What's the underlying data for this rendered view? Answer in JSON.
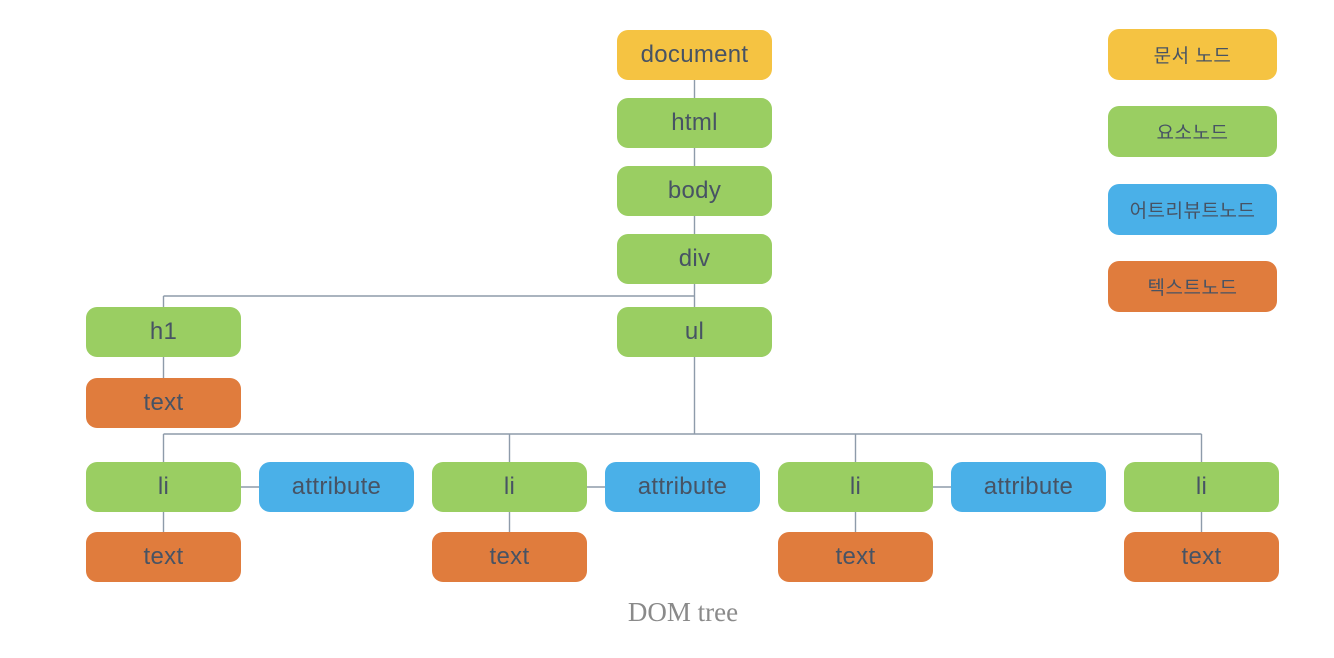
{
  "caption": "DOM tree",
  "tree": {
    "chain": [
      "document",
      "html",
      "body",
      "div"
    ],
    "h1": "h1",
    "h1_text": "text",
    "ul": "ul",
    "groups": [
      {
        "li": "li",
        "attribute": "attribute",
        "text": "text"
      },
      {
        "li": "li",
        "attribute": "attribute",
        "text": "text"
      },
      {
        "li": "li",
        "attribute": "attribute",
        "text": "text"
      },
      {
        "li": "li",
        "text": "text"
      }
    ]
  },
  "legend": {
    "items": [
      {
        "label": "문서 노드",
        "type": "document-node"
      },
      {
        "label": "요소노드",
        "type": "element-node"
      },
      {
        "label": "어트리뷰트노드",
        "type": "attribute-node"
      },
      {
        "label": "텍스트노드",
        "type": "text-node"
      }
    ]
  },
  "colors": {
    "document_node": "#F5C342",
    "element_node": "#9ACE62",
    "attribute_node": "#4AB0E8",
    "text_node": "#E07C3D",
    "node_label": "#475364",
    "connector": "#8E9BAA",
    "caption_text": "#8A8A8A",
    "background": "#FFFFFF"
  }
}
